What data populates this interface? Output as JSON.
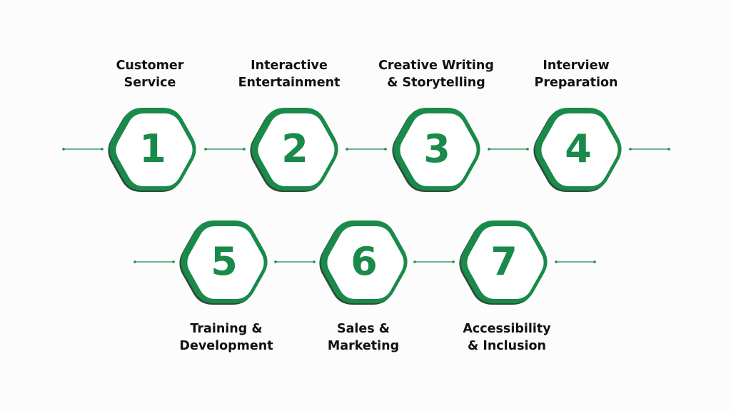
{
  "colors": {
    "green": "#1a8a4a",
    "green_dark": "#0f5a30",
    "shadow": "#0b2a16",
    "text": "#111111",
    "background": "#fcfcfc"
  },
  "steps": [
    {
      "number": "1",
      "label_line1": "Customer",
      "label_line2": "Service"
    },
    {
      "number": "2",
      "label_line1": "Interactive",
      "label_line2": "Entertainment"
    },
    {
      "number": "3",
      "label_line1": "Creative Writing",
      "label_line2": "& Storytelling"
    },
    {
      "number": "4",
      "label_line1": "Interview",
      "label_line2": "Preparation"
    },
    {
      "number": "5",
      "label_line1": "Training &",
      "label_line2": "Development"
    },
    {
      "number": "6",
      "label_line1": "Sales &",
      "label_line2": "Marketing"
    },
    {
      "number": "7",
      "label_line1": "Accessibility",
      "label_line2": "& Inclusion"
    }
  ]
}
